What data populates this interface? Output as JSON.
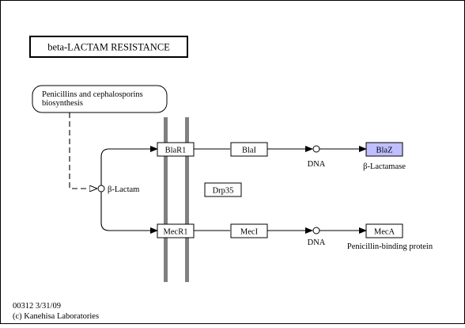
{
  "title": "beta-LACTAM  RESISTANCE",
  "colors": {
    "highlight_fill": "#bfbfff",
    "membrane": "#808080",
    "frame": "#000000"
  },
  "nodes": {
    "biosynthesis": "Penicillins and cephalosporins biosynthesis",
    "blar1": "BlaR1",
    "blai": "BlaI",
    "blaz": "BlaZ",
    "mecr1": "MecR1",
    "meci": "MecI",
    "meca": "MecA",
    "drp35": "Drp35"
  },
  "labels": {
    "beta_lactam": "β-Lactam",
    "dna_top": "DNA",
    "dna_bottom": "DNA",
    "beta_lactamase": "β-Lactamase",
    "pbp": "Penicillin-binding protein"
  },
  "footer": {
    "map_id": "00312 3/31/09",
    "copyright": "(c) Kanehisa Laboratories"
  }
}
